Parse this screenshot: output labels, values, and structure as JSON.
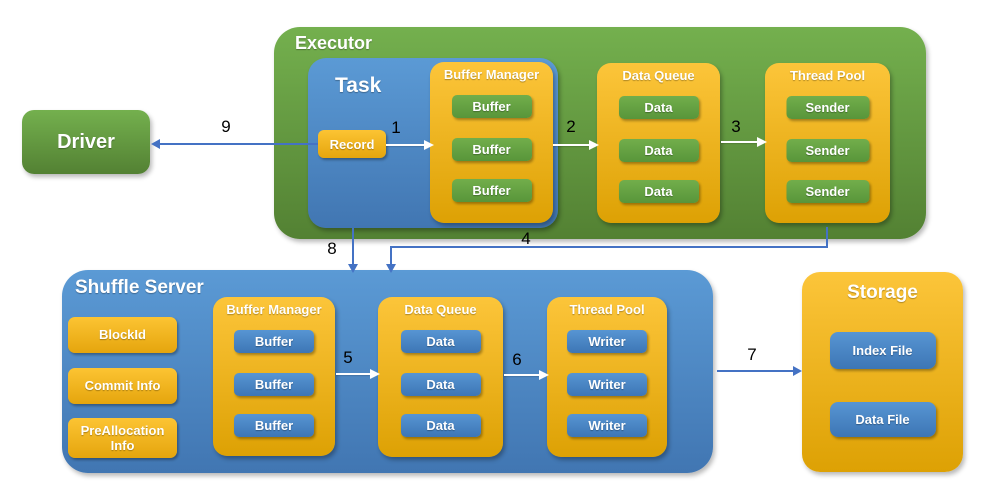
{
  "colors": {
    "green": "#70AD47",
    "blue": "#5B9BD5",
    "orange": "#FFC000",
    "arrow_blue": "#4472C4",
    "number_label": "#000000"
  },
  "driver": {
    "label": "Driver"
  },
  "executor": {
    "label": "Executor",
    "task": {
      "label": "Task",
      "record_label": "Record"
    },
    "buffer_manager": {
      "title": "Buffer Manager",
      "items": [
        "Buffer",
        "Buffer",
        "Buffer"
      ]
    },
    "data_queue": {
      "title": "Data Queue",
      "items": [
        "Data",
        "Data",
        "Data"
      ]
    },
    "thread_pool": {
      "title": "Thread Pool",
      "items": [
        "Sender",
        "Sender",
        "Sender"
      ]
    }
  },
  "shuffle_server": {
    "label": "Shuffle Server",
    "info_boxes": [
      "BlockId",
      "Commit Info",
      "PreAllocation Info"
    ],
    "buffer_manager": {
      "title": "Buffer Manager",
      "items": [
        "Buffer",
        "Buffer",
        "Buffer"
      ]
    },
    "data_queue": {
      "title": "Data Queue",
      "items": [
        "Data",
        "Data",
        "Data"
      ]
    },
    "thread_pool": {
      "title": "Thread Pool",
      "items": [
        "Writer",
        "Writer",
        "Writer"
      ]
    }
  },
  "storage": {
    "label": "Storage",
    "items": [
      "Index File",
      "Data File"
    ]
  },
  "arrow_labels": {
    "a1": "1",
    "a2": "2",
    "a3": "3",
    "a4": "4",
    "a5": "5",
    "a6": "6",
    "a7": "7",
    "a8": "8",
    "a9": "9"
  }
}
